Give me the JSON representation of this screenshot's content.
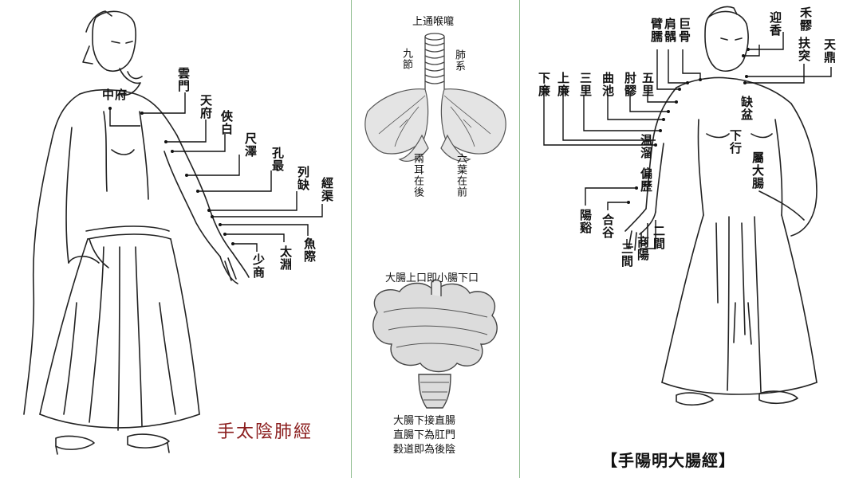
{
  "lung_panel": {
    "title": "手太陰肺經",
    "points": [
      "中府",
      "雲門",
      "天府",
      "俠白",
      "尺澤",
      "孔最",
      "列缺",
      "經渠",
      "魚際",
      "太淵",
      "少商"
    ]
  },
  "organ_panel": {
    "throat_label": "上通喉嚨",
    "nine_segments": "九節",
    "lung_system": "肺系",
    "two_ears_back": "兩耳在後",
    "six_leaves_front": "六葉在前",
    "intestine_top": "大腸上口即小腸下口",
    "intestine_caption": [
      "大腸下接直腸",
      "直腸下為肛門",
      "穀道即為後陰"
    ]
  },
  "colon_panel": {
    "title": "【手陽明大腸經】",
    "points": [
      "禾髎",
      "迎香",
      "天鼎",
      "扶突",
      "巨骨",
      "肩髃",
      "臂臑",
      "五里",
      "肘髎",
      "曲池",
      "三里",
      "上廉",
      "下廉",
      "温溜",
      "偏歷",
      "陽谿",
      "合谷",
      "三間",
      "商陽",
      "二間"
    ],
    "body_labels": [
      "缺盆",
      "下行",
      "屬大腸"
    ]
  },
  "colors": {
    "title_red": "#8a1c1c",
    "divider": "#8fbc8f"
  }
}
